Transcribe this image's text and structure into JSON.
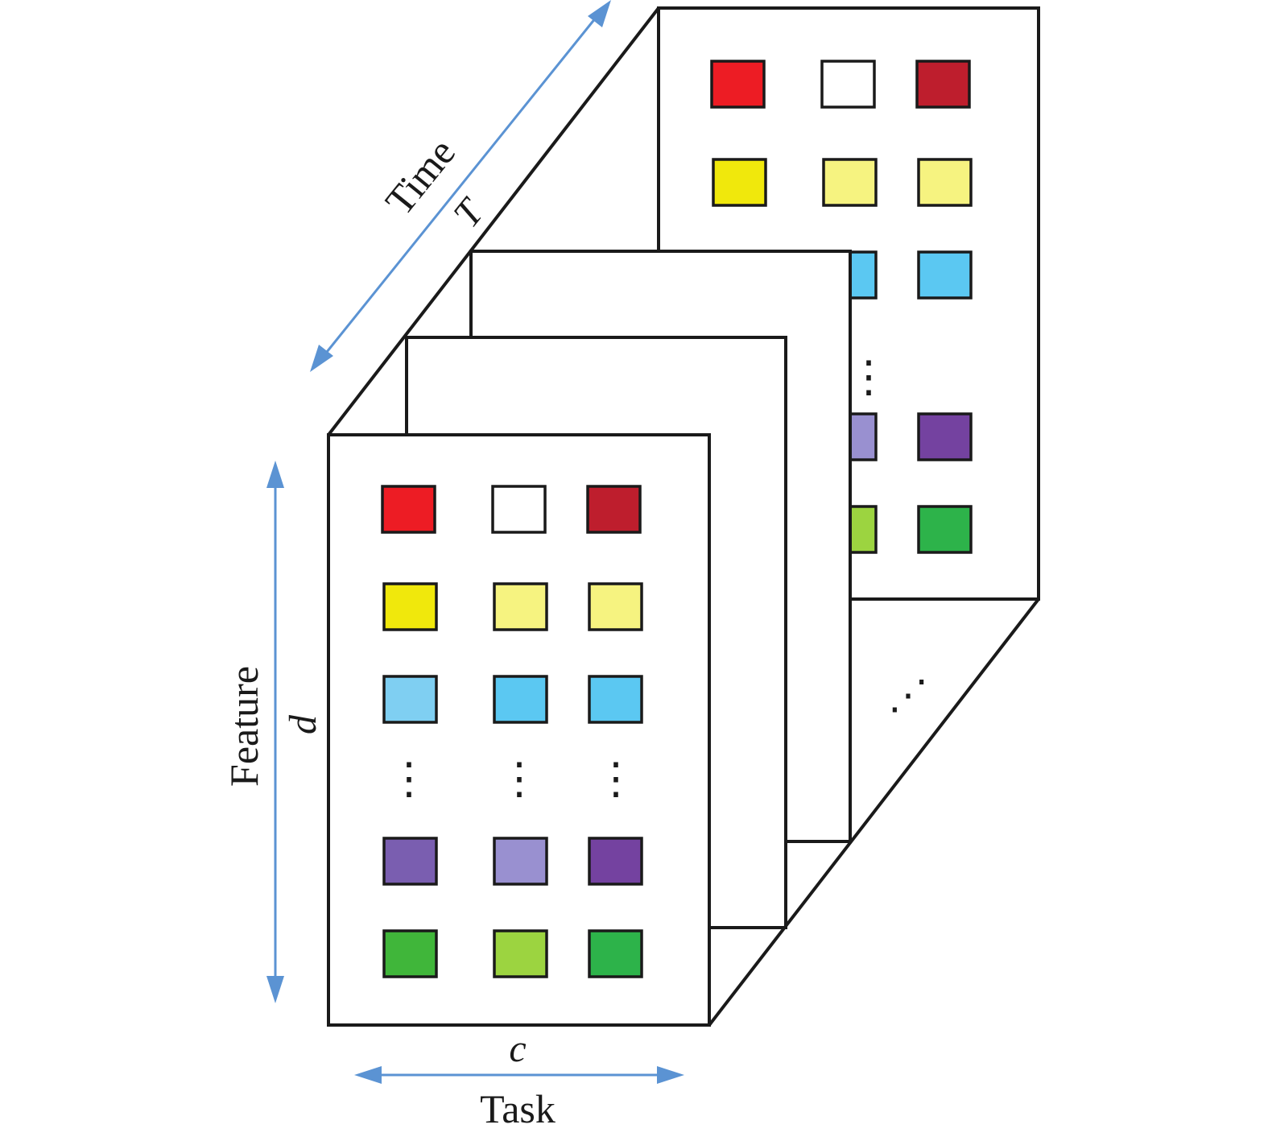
{
  "axes": {
    "feature": {
      "word": "Feature",
      "symbol": "d"
    },
    "task": {
      "word": "Task",
      "symbol": "c"
    },
    "time": {
      "word": "Time",
      "symbol": "T"
    }
  },
  "ellipsis_vertical": "⋮",
  "ellipsis_diagonal": "⋰",
  "colors": {
    "arrow": "#5b93d3",
    "outline": "#1a1a1a"
  },
  "matrix": {
    "columns": 3,
    "rows": [
      {
        "cells": [
          "#ed1c24",
          "#ffffff",
          "#be1e2d"
        ]
      },
      {
        "cells": [
          "#f0e80c",
          "#f6f380",
          "#f6f380"
        ]
      },
      {
        "cells": [
          "#7fcff2",
          "#5bc8f2",
          "#5bc8f2"
        ]
      },
      {
        "ellipsis": true
      },
      {
        "cells": [
          "#7a5eb0",
          "#9990d0",
          "#7442a0"
        ]
      },
      {
        "cells": [
          "#40b63a",
          "#9cd440",
          "#2db34a"
        ]
      }
    ]
  },
  "back_slice_visible_cells": [
    {
      "row": 0,
      "cells": [
        "#ed1c24",
        "#ffffff",
        "#be1e2d"
      ]
    },
    {
      "row": 1,
      "cells": [
        "#f0e80c",
        "#f6f380",
        "#f6f380"
      ]
    },
    {
      "row": 2,
      "cells": [
        "#5bc8f2",
        "#5bc8f2"
      ]
    },
    {
      "row": 4,
      "cells": [
        "#9990d0",
        "#7442a0"
      ]
    },
    {
      "row": 5,
      "cells": [
        "#9cd440",
        "#2db34a"
      ]
    }
  ]
}
